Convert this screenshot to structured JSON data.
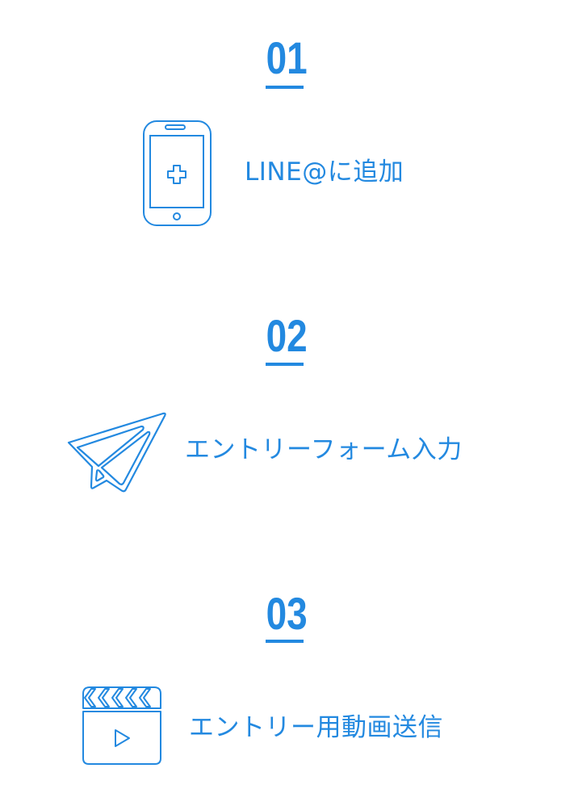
{
  "accent_color": "#2389e0",
  "steps": [
    {
      "number": "01",
      "label": "LINE@に追加",
      "icon": "smartphone-plus-icon"
    },
    {
      "number": "02",
      "label": "エントリーフォーム入力",
      "icon": "paper-plane-icon"
    },
    {
      "number": "03",
      "label": "エントリー用動画送信",
      "icon": "video-clapperboard-icon"
    }
  ]
}
